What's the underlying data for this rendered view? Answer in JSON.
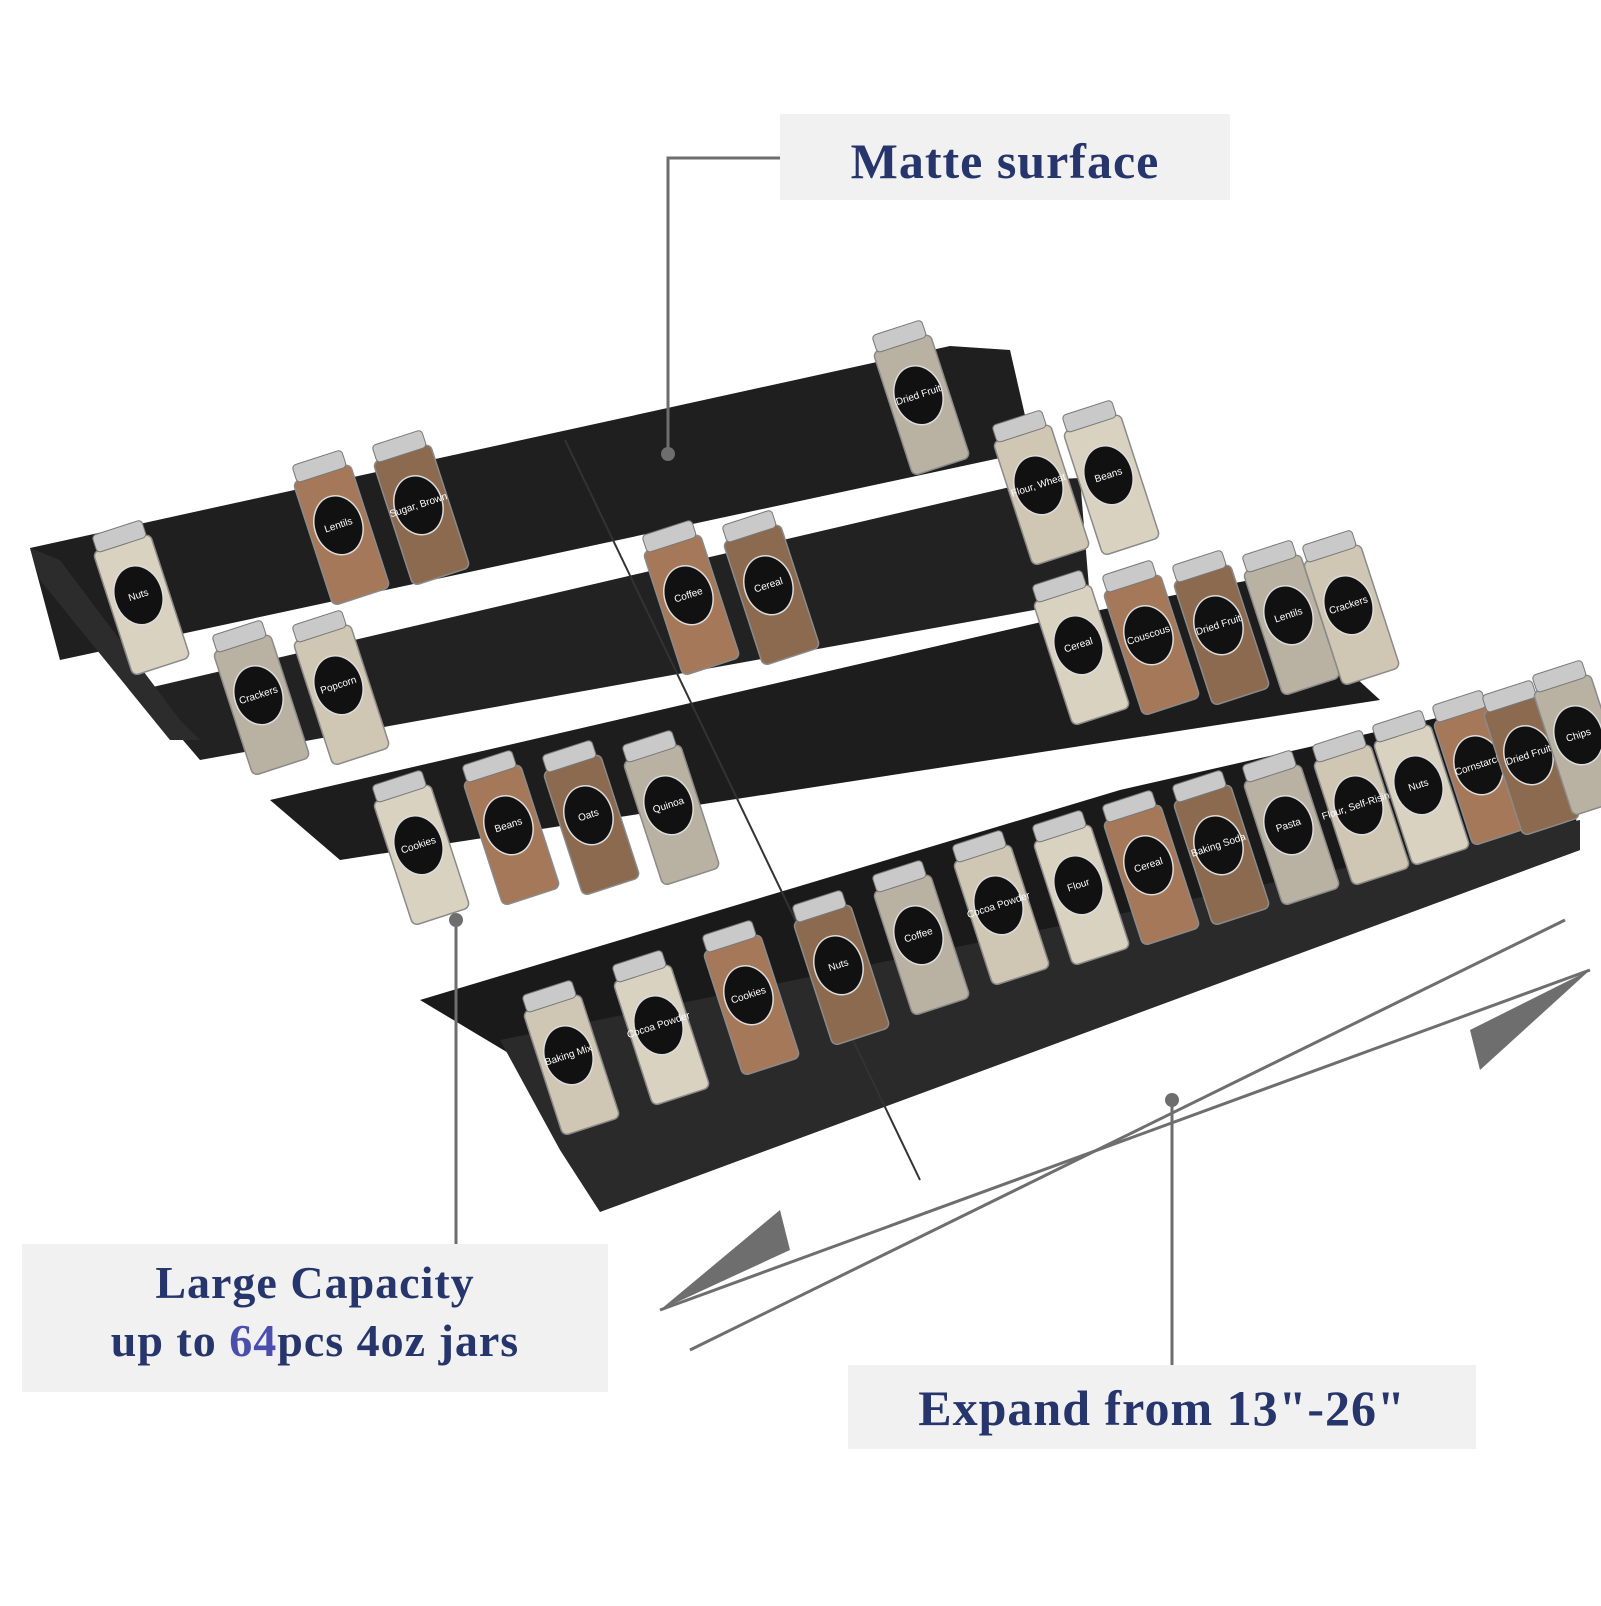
{
  "callouts": {
    "matte": "Matte surface",
    "capacity_line1": "Large Capacity",
    "capacity_line2_pre": "up to ",
    "capacity_line2_num": "64",
    "capacity_line2_post": "pcs 4oz jars",
    "expand": "Expand from 13\"-26\""
  },
  "colors": {
    "callout_text": "#26356b",
    "callout_bg": "#f1f1f1",
    "rack": "#1b1b1b",
    "leader_line": "#6e6e6e",
    "highlight_digit": "#4a4fae"
  },
  "jars": [
    {
      "label": "Nuts"
    },
    {
      "label": "Lentils"
    },
    {
      "label": "Sugar, Brown"
    },
    {
      "label": "Dried Fruit"
    },
    {
      "label": "Flour, Wheat"
    },
    {
      "label": "Beans"
    },
    {
      "label": "Coffee"
    },
    {
      "label": "Cereal"
    },
    {
      "label": "Crackers"
    },
    {
      "label": "Popcorn"
    },
    {
      "label": "Cereal"
    },
    {
      "label": "Couscous"
    },
    {
      "label": "Dried Fruit"
    },
    {
      "label": "Lentils"
    },
    {
      "label": "Crackers"
    },
    {
      "label": "Cookies"
    },
    {
      "label": "Beans"
    },
    {
      "label": "Oats"
    },
    {
      "label": "Quinoa"
    },
    {
      "label": "Baking Mix"
    },
    {
      "label": "Cocoa Powder"
    },
    {
      "label": "Cookies"
    },
    {
      "label": "Nuts"
    },
    {
      "label": "Coffee"
    },
    {
      "label": "Cocoa Powder"
    },
    {
      "label": "Flour"
    },
    {
      "label": "Cereal"
    },
    {
      "label": "Baking Soda"
    },
    {
      "label": "Pasta"
    },
    {
      "label": "Flour, Self-Rising"
    },
    {
      "label": "Nuts"
    },
    {
      "label": "Cornstarch"
    },
    {
      "label": "Dried Fruit"
    },
    {
      "label": "Chips"
    }
  ]
}
